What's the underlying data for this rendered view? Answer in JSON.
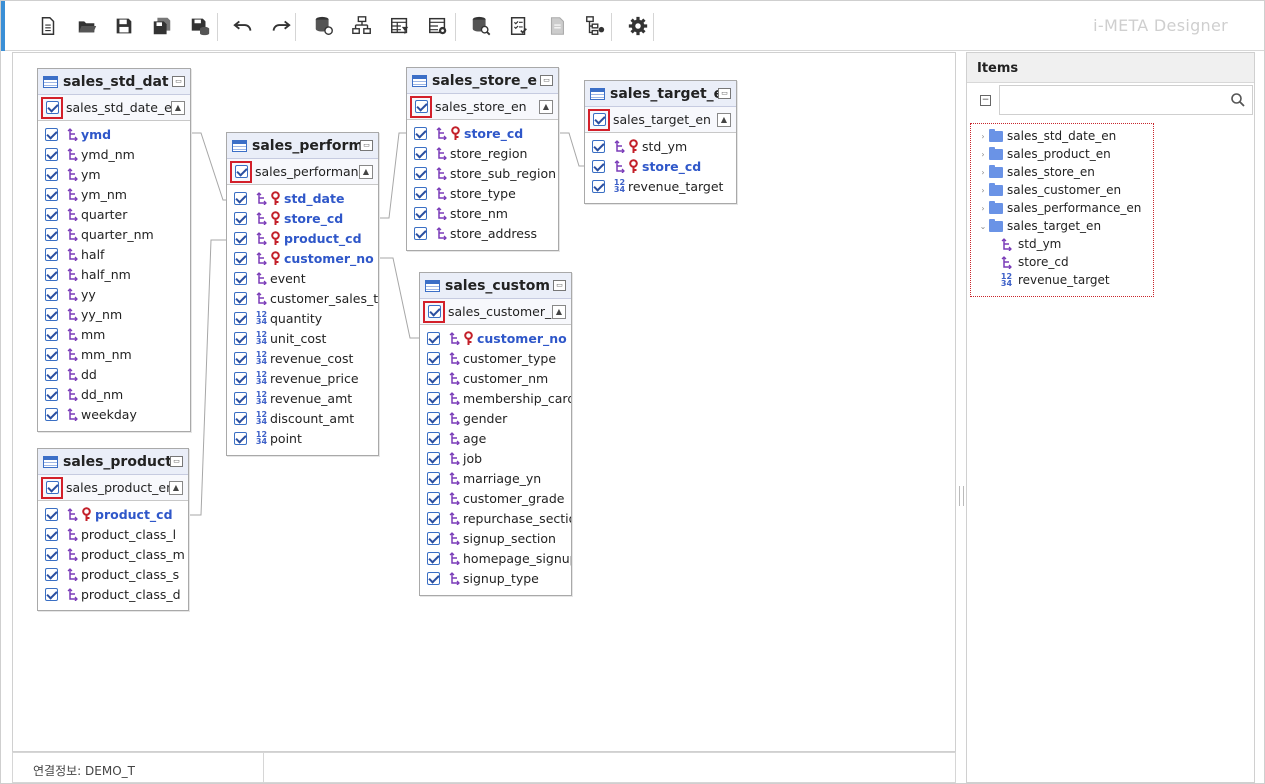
{
  "app": {
    "title": "i-META Designer"
  },
  "toolbar": {
    "buttons": [
      {
        "name": "new-document-icon"
      },
      {
        "name": "open-folder-icon"
      },
      {
        "name": "save-icon"
      },
      {
        "name": "save-all-icon"
      },
      {
        "name": "save-db-icon"
      },
      {
        "name": "undo-icon"
      },
      {
        "name": "redo-icon"
      },
      {
        "name": "db-connect-icon"
      },
      {
        "name": "hierarchy-icon"
      },
      {
        "name": "table-filter-icon"
      },
      {
        "name": "table-settings-icon"
      },
      {
        "name": "db-search-icon"
      },
      {
        "name": "checklist-icon"
      },
      {
        "name": "document-icon"
      },
      {
        "name": "tree-settings-icon"
      },
      {
        "name": "gear-icon"
      }
    ]
  },
  "status": {
    "connection_label": "연결정보: DEMO_T"
  },
  "items_panel": {
    "title": "Items",
    "search_placeholder": "",
    "tree": [
      {
        "label": "sales_std_date_en",
        "expanded": false
      },
      {
        "label": "sales_product_en",
        "expanded": false
      },
      {
        "label": "sales_store_en",
        "expanded": false
      },
      {
        "label": "sales_customer_en",
        "expanded": false
      },
      {
        "label": "sales_performance_en",
        "expanded": false
      },
      {
        "label": "sales_target_en",
        "expanded": true,
        "children": [
          {
            "label": "std_ym",
            "icon": "dimension-icon"
          },
          {
            "label": "store_cd",
            "icon": "dimension-icon"
          },
          {
            "label": "revenue_target",
            "icon": "measure-icon"
          }
        ]
      }
    ]
  },
  "entities": [
    {
      "id": "std_date",
      "title": "sales_std_dat",
      "subtitle": "sales_std_date_e",
      "columns": [
        {
          "label": "ymd",
          "type": "dim",
          "pk": true,
          "key": false
        },
        {
          "label": "ymd_nm",
          "type": "dim"
        },
        {
          "label": "ym",
          "type": "dim"
        },
        {
          "label": "ym_nm",
          "type": "dim"
        },
        {
          "label": "quarter",
          "type": "dim"
        },
        {
          "label": "quarter_nm",
          "type": "dim"
        },
        {
          "label": "half",
          "type": "dim"
        },
        {
          "label": "half_nm",
          "type": "dim"
        },
        {
          "label": "yy",
          "type": "dim"
        },
        {
          "label": "yy_nm",
          "type": "dim"
        },
        {
          "label": "mm",
          "type": "dim"
        },
        {
          "label": "mm_nm",
          "type": "dim"
        },
        {
          "label": "dd",
          "type": "dim"
        },
        {
          "label": "dd_nm",
          "type": "dim"
        },
        {
          "label": "weekday",
          "type": "dim"
        }
      ]
    },
    {
      "id": "product",
      "title": "sales_product",
      "subtitle": "sales_product_en",
      "columns": [
        {
          "label": "product_cd",
          "type": "dim",
          "pk": true,
          "key": true
        },
        {
          "label": "product_class_l",
          "type": "dim"
        },
        {
          "label": "product_class_m",
          "type": "dim"
        },
        {
          "label": "product_class_s",
          "type": "dim"
        },
        {
          "label": "product_class_d",
          "type": "dim"
        }
      ]
    },
    {
      "id": "performance",
      "title": "sales_perform",
      "subtitle": "sales_performanc",
      "columns": [
        {
          "label": "std_date",
          "type": "dim",
          "pk": true,
          "key": true
        },
        {
          "label": "store_cd",
          "type": "dim",
          "pk": true,
          "key": true
        },
        {
          "label": "product_cd",
          "type": "dim",
          "pk": true,
          "key": true
        },
        {
          "label": "customer_no",
          "type": "dim",
          "pk": true,
          "key": true
        },
        {
          "label": "event",
          "type": "dim"
        },
        {
          "label": "customer_sales_ti",
          "type": "dim"
        },
        {
          "label": "quantity",
          "type": "num"
        },
        {
          "label": "unit_cost",
          "type": "num"
        },
        {
          "label": "revenue_cost",
          "type": "num"
        },
        {
          "label": "revenue_price",
          "type": "num"
        },
        {
          "label": "revenue_amt",
          "type": "num"
        },
        {
          "label": "discount_amt",
          "type": "num"
        },
        {
          "label": "point",
          "type": "num"
        }
      ]
    },
    {
      "id": "store",
      "title": "sales_store_e",
      "subtitle": "sales_store_en",
      "columns": [
        {
          "label": "store_cd",
          "type": "dim",
          "pk": true,
          "key": true
        },
        {
          "label": "store_region",
          "type": "dim"
        },
        {
          "label": "store_sub_region",
          "type": "dim"
        },
        {
          "label": "store_type",
          "type": "dim"
        },
        {
          "label": "store_nm",
          "type": "dim"
        },
        {
          "label": "store_address",
          "type": "dim"
        }
      ]
    },
    {
      "id": "target",
      "title": "sales_target_e",
      "subtitle": "sales_target_en",
      "columns": [
        {
          "label": "std_ym",
          "type": "dim",
          "pk": false,
          "key": true
        },
        {
          "label": "store_cd",
          "type": "dim",
          "pk": true,
          "key": true
        },
        {
          "label": "revenue_target",
          "type": "num"
        }
      ]
    },
    {
      "id": "customer",
      "title": "sales_custom",
      "subtitle": "sales_customer_e",
      "columns": [
        {
          "label": "customer_no",
          "type": "dim",
          "pk": true,
          "key": true
        },
        {
          "label": "customer_type",
          "type": "dim"
        },
        {
          "label": "customer_nm",
          "type": "dim"
        },
        {
          "label": "membership_card",
          "type": "dim"
        },
        {
          "label": "gender",
          "type": "dim"
        },
        {
          "label": "age",
          "type": "dim"
        },
        {
          "label": "job",
          "type": "dim"
        },
        {
          "label": "marriage_yn",
          "type": "dim"
        },
        {
          "label": "customer_grade",
          "type": "dim"
        },
        {
          "label": "repurchase_sectio",
          "type": "dim"
        },
        {
          "label": "signup_section",
          "type": "dim"
        },
        {
          "label": "homepage_signup",
          "type": "dim"
        },
        {
          "label": "signup_type",
          "type": "dim"
        }
      ]
    }
  ]
}
